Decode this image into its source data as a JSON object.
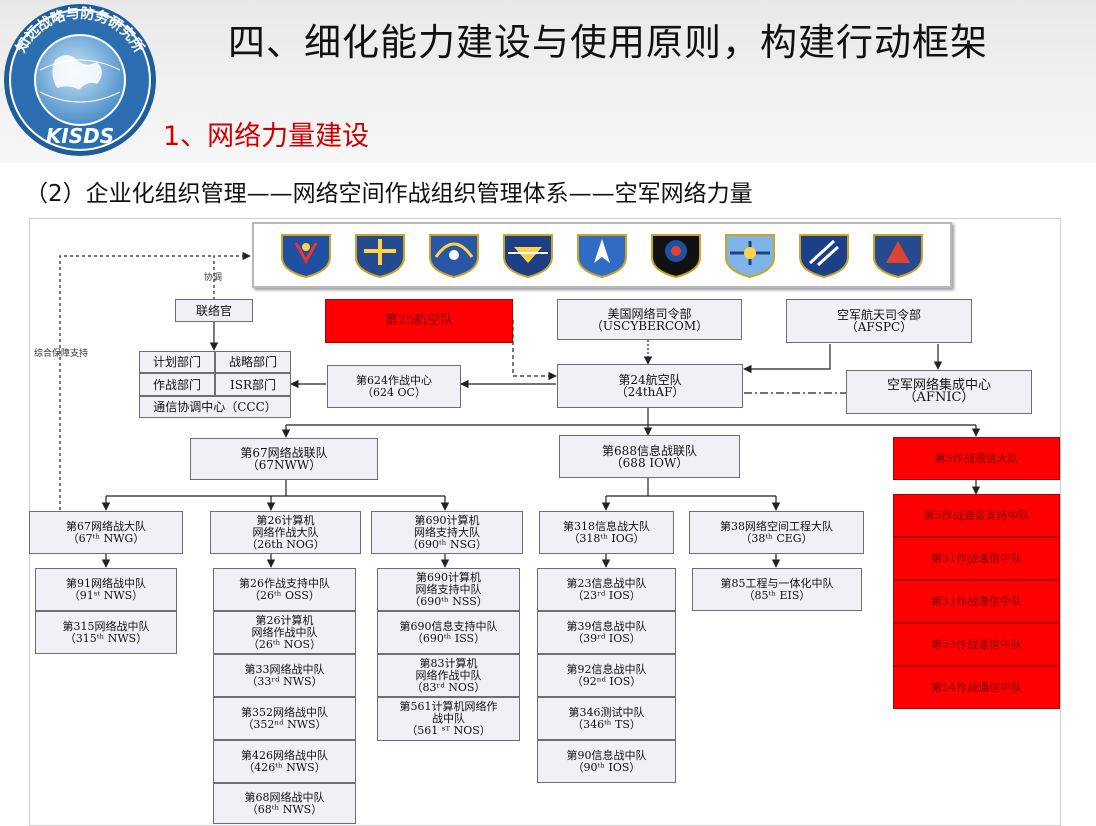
{
  "header": {
    "title": "四、细化能力建设与使用原则，构建行动框架",
    "section": "1、网络力量建设",
    "subtitle": "（2）企业化组织管理——网络空间作战组织管理体系——空军网络力量"
  },
  "logo": {
    "text_top": "知远战略与防务研究所",
    "text_bottom": "KISDS"
  },
  "edge_labels": {
    "coordinate": "协调",
    "support": "综合保障支持"
  },
  "nodes": {
    "liaison": "联络官",
    "af25": "第25航空队",
    "uscybercom": "美国网络司令部\n（USCYBERCOM）",
    "afspc": "空军航天司令部\n（AFSPC）",
    "plan": "计划部门",
    "strategy": "战略部门",
    "ops": "作战部门",
    "isr": "ISR部门",
    "ccc": "通信协调中心（CCC）",
    "oc624": "第624作战中心\n（624 OC）",
    "af24": "第24航空队\n（24thAF）",
    "afnic": "空军网络集成中心\n（AFNIC）",
    "nww67": "第67网络战联队\n（67NWW）",
    "iow688": "第688信息战联队\n（688 IOW）",
    "cb5": "第5作战通信大队",
    "nwg67": "第67网络战大队\n（67ᵗʰ NWG）",
    "nog26": "第26计算机\n网络作战大队\n（26th NOG）",
    "nsg690": "第690计算机\n网络支持大队\n（690ᵗʰ NSG）",
    "iog318": "第318信息战大队\n（318ᵗʰ IOG）",
    "ceg38": "第38网络空间工程大队\n（38ᵗʰ CEG）",
    "nws91": "第91网络战中队\n（91ˢᵗ NWS）",
    "nws315": "第315网络战中队\n（315ᵗʰ NWS）",
    "oss26": "第26作战支持中队\n（26ᵗʰ OSS）",
    "nos26": "第26计算机\n网络作战中队\n（26ᵗʰ NOS）",
    "nws33": "第33网络战中队\n（33ʳᵈ NWS）",
    "nws352": "第352网络战中队\n（352ⁿᵈ NWS）",
    "nws426": "第426网络战中队\n（426ᵗʰ NWS）",
    "nws68": "第68网络战中队\n（68ᵗʰ NWS）",
    "nss690": "第690计算机\n网络支持中队\n（690ᵗʰ NSS）",
    "iss690": "第690信息支持中队\n（690ᵗʰ ISS）",
    "nos83": "第83计算机\n网络作战中队\n（83ʳᵈ NOS）",
    "nos561": "第561计算机网络作\n战中队\n（561 ˢᵀ NOS）",
    "ios23": "第23信息战中队\n（23ʳᵈ IOS）",
    "ios39": "第39信息战中队\n（39ʳᵈ IOS）",
    "ios92": "第92信息战中队\n（92ⁿᵈ IOS）",
    "ts346": "第346测试中队\n（346ᵗʰ TS）",
    "ios90": "第90信息战中队\n（90ᵗʰ IOS）",
    "eis85": "第85工程与一体化中队\n（85ᵗʰ EIS）",
    "css5": "第5作战通信支持中队",
    "cs51": "第51作战通信中队",
    "cs52": "第52作战通信中队",
    "cs53": "第53作战通信中队",
    "cs54": "第54作战通信中队"
  },
  "colors": {
    "title_red": "#d00000",
    "red_box": "#ff0000",
    "node_fill": "#eff1f6"
  },
  "seal_icons": [
    "acc-seal-icon",
    "aetc-seal-icon",
    "afmc-seal-icon",
    "afrc-seal-icon",
    "afspc-seal-icon",
    "afsoc-seal-icon",
    "amc-seal-icon",
    "pacaf-seal-icon",
    "usafe-seal-icon"
  ]
}
